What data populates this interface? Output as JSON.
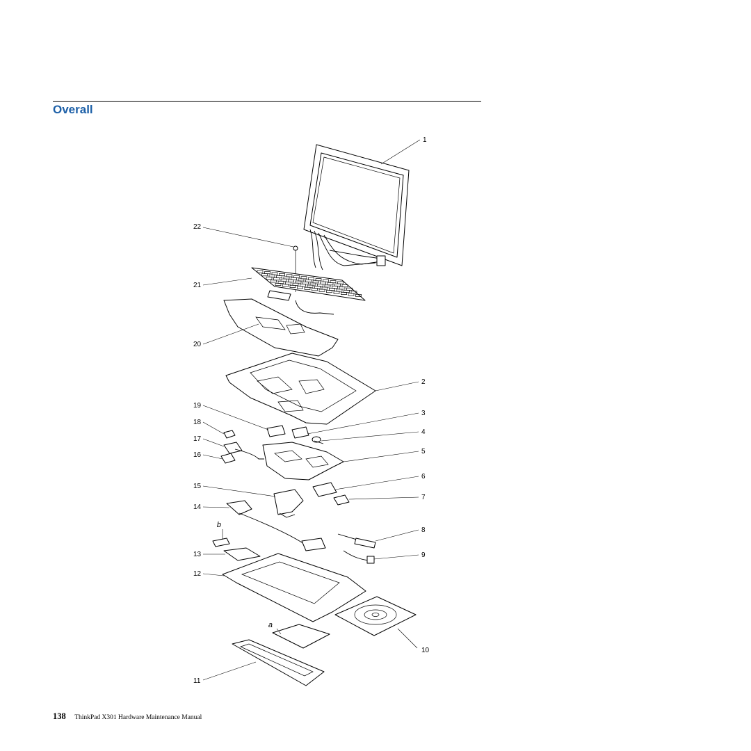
{
  "section": {
    "title": "Overall"
  },
  "diagram": {
    "callouts": [
      "1",
      "2",
      "3",
      "4",
      "5",
      "6",
      "7",
      "8",
      "9",
      "10",
      "11",
      "12",
      "13",
      "14",
      "15",
      "16",
      "17",
      "18",
      "19",
      "20",
      "21",
      "22"
    ],
    "letters": [
      "a",
      "b"
    ]
  },
  "footer": {
    "page_number": "138",
    "manual_title": "ThinkPad X301 Hardware Maintenance Manual"
  }
}
